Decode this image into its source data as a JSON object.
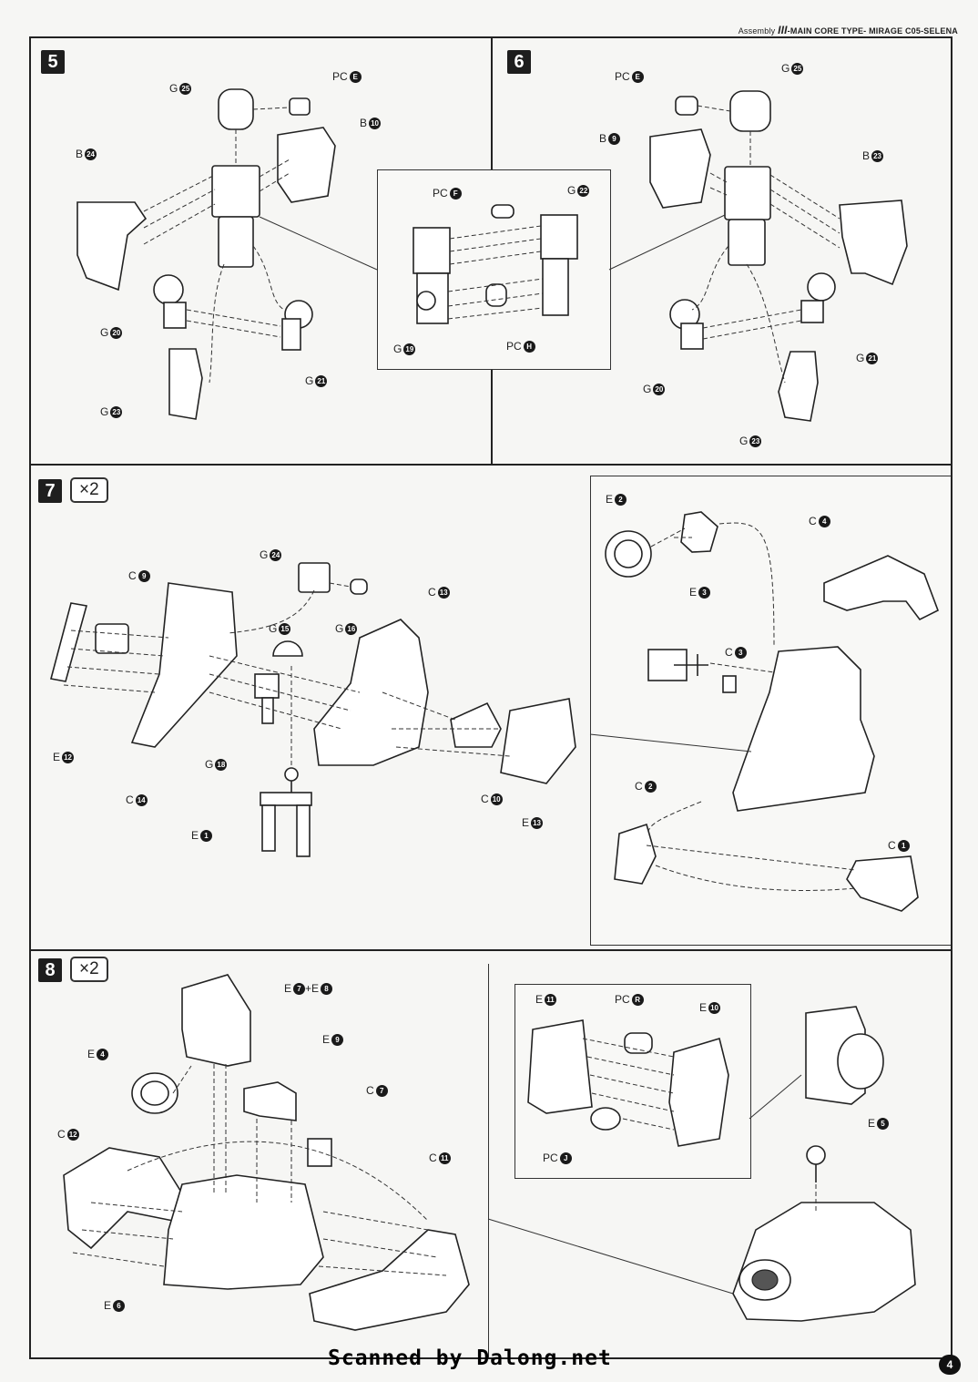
{
  "header": {
    "assembly": "Assembly",
    "roman": "III",
    "title": "-MAIN CORE TYPE- MIRAGE C05-SELENA"
  },
  "steps": [
    {
      "number": "5"
    },
    {
      "number": "6"
    },
    {
      "number": "7",
      "multiplier": "×2"
    },
    {
      "number": "8",
      "multiplier": "×2"
    }
  ],
  "labels": {
    "s5": [
      {
        "prefix": "PC",
        "id": "E"
      },
      {
        "prefix": "G",
        "id": "25"
      },
      {
        "prefix": "B",
        "id": "10"
      },
      {
        "prefix": "B",
        "id": "24"
      },
      {
        "prefix": "G",
        "id": "20"
      },
      {
        "prefix": "G",
        "id": "21"
      },
      {
        "prefix": "G",
        "id": "23"
      }
    ],
    "s5inset": [
      {
        "prefix": "PC",
        "id": "F"
      },
      {
        "prefix": "G",
        "id": "22"
      },
      {
        "prefix": "G",
        "id": "19"
      },
      {
        "prefix": "PC",
        "id": "H"
      }
    ],
    "s6": [
      {
        "prefix": "PC",
        "id": "E"
      },
      {
        "prefix": "G",
        "id": "25"
      },
      {
        "prefix": "B",
        "id": "9"
      },
      {
        "prefix": "B",
        "id": "23"
      },
      {
        "prefix": "G",
        "id": "21"
      },
      {
        "prefix": "G",
        "id": "20"
      },
      {
        "prefix": "G",
        "id": "23"
      }
    ],
    "s7": [
      {
        "prefix": "G",
        "id": "24"
      },
      {
        "prefix": "C",
        "id": "9"
      },
      {
        "prefix": "C",
        "id": "13"
      },
      {
        "prefix": "G",
        "id": "15"
      },
      {
        "prefix": "G",
        "id": "16"
      },
      {
        "prefix": "E",
        "id": "12"
      },
      {
        "prefix": "G",
        "id": "18"
      },
      {
        "prefix": "C",
        "id": "14"
      },
      {
        "prefix": "C",
        "id": "10"
      },
      {
        "prefix": "E",
        "id": "13"
      },
      {
        "prefix": "E",
        "id": "1"
      }
    ],
    "s7inset": [
      {
        "prefix": "E",
        "id": "2"
      },
      {
        "prefix": "C",
        "id": "4"
      },
      {
        "prefix": "E",
        "id": "3"
      },
      {
        "prefix": "C",
        "id": "3"
      },
      {
        "prefix": "C",
        "id": "2"
      },
      {
        "prefix": "C",
        "id": "1"
      }
    ],
    "s8": [
      {
        "prefix": "E",
        "id": "7",
        "suffix": "+E",
        "id2": "8"
      },
      {
        "prefix": "E",
        "id": "4"
      },
      {
        "prefix": "E",
        "id": "9"
      },
      {
        "prefix": "C",
        "id": "7"
      },
      {
        "prefix": "C",
        "id": "12"
      },
      {
        "prefix": "C",
        "id": "11"
      },
      {
        "prefix": "E",
        "id": "6"
      }
    ],
    "s8inset": [
      {
        "prefix": "E",
        "id": "11"
      },
      {
        "prefix": "PC",
        "id": "R"
      },
      {
        "prefix": "E",
        "id": "10"
      },
      {
        "prefix": "PC",
        "id": "J"
      },
      {
        "prefix": "E",
        "id": "5"
      }
    ]
  },
  "watermark": "Scanned by Dalong.net",
  "page_number": "4"
}
